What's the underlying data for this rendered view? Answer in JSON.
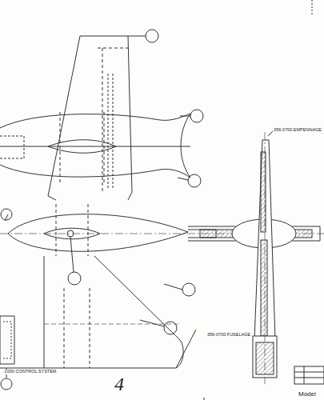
{
  "diagram": {
    "labels": [
      "356-0700 EMPENNAGE",
      "356-0700 FUSELAGE",
      "-1000 CONTROL SYSTEM",
      "4",
      "Model"
    ]
  }
}
